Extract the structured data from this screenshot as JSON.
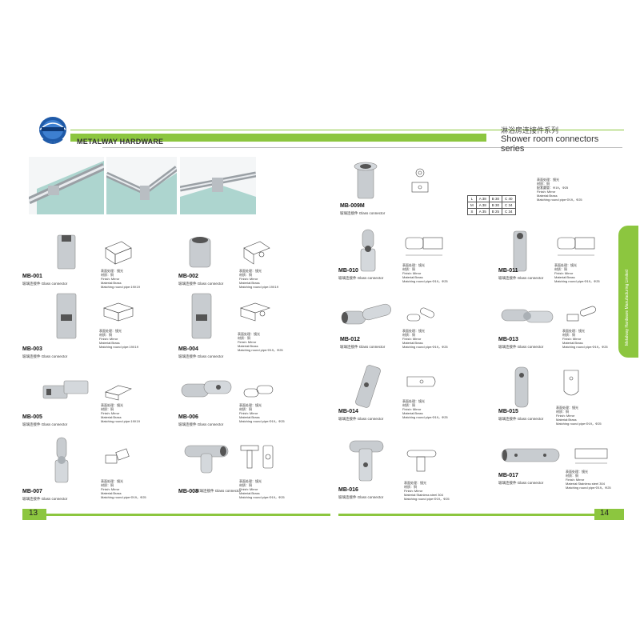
{
  "header": {
    "brand": "METALWAY HARDWARE",
    "title_cn": "淋浴房连接件系列",
    "title_en": "Shower room connectors series",
    "logo_text": "METALWAY"
  },
  "side_tab": {
    "text": "Metalway Hardware Manufacturing Limited"
  },
  "pages": {
    "left_num": "13",
    "right_num": "14"
  },
  "colors": {
    "accent": "#8cc63f",
    "metal": "#c8ccd0",
    "glass": "#5fa39a"
  },
  "spec_lines": {
    "finish_cn": "表面处理：镜光",
    "material_cn": "材质：铜",
    "match_cn": "配套圆管：Φ19，Φ25",
    "finish": "Finish: Mirror",
    "material": "Material:Brass",
    "match": "Matching round pipe:Φ19，Φ25"
  },
  "products": [
    {
      "code": "MB-001",
      "cn": "玻璃连接件",
      "en": "Glass connector",
      "pipe": "Matching round pipe:19X19"
    },
    {
      "code": "MB-002",
      "cn": "玻璃连接件",
      "en": "Glass connector",
      "pipe": "Matching round pipe:19X19"
    },
    {
      "code": "MB-003",
      "cn": "玻璃连接件",
      "en": "Glass connector",
      "pipe": "Matching round pipe:19X19"
    },
    {
      "code": "MB-004",
      "cn": "玻璃连接件",
      "en": "Glass connector",
      "pipe": "Matching round pipe:Φ19，Φ25"
    },
    {
      "code": "MB-005",
      "cn": "玻璃连接件",
      "en": "Glass connector",
      "pipe": "Matching round pipe:19X19"
    },
    {
      "code": "MB-006",
      "cn": "玻璃连接件",
      "en": "Glass connector",
      "pipe": "Matching round pipe:Φ19，Φ25"
    },
    {
      "code": "MB-007",
      "cn": "玻璃连接件",
      "en": "Glass connector",
      "pipe": "Matching round pipe:Φ19，Φ25"
    },
    {
      "code": "MB-008",
      "cn": "玻璃连接件",
      "en": "Glass connector",
      "pipe": "Matching round pipe:Φ19，Φ25"
    },
    {
      "code": "MB-009M",
      "cn": "玻璃连接件",
      "en": "Glass connector",
      "pipe": "Matching round pipe:Φ19，Φ25"
    },
    {
      "code": "MB-010",
      "cn": "玻璃连接件",
      "en": "Glass connector",
      "pipe": "Matching round pipe:Φ19，Φ25"
    },
    {
      "code": "MB-011",
      "cn": "玻璃连接件",
      "en": "Glass connector",
      "pipe": "Matching round pipe:Φ19，Φ25"
    },
    {
      "code": "MB-012",
      "cn": "玻璃连接件",
      "en": "Glass connector",
      "pipe": "Matching round pipe:Φ19，Φ25"
    },
    {
      "code": "MB-013",
      "cn": "玻璃连接件",
      "en": "Glass connector",
      "pipe": "Matching round pipe:Φ19，Φ25"
    },
    {
      "code": "MB-014",
      "cn": "玻璃连接件",
      "en": "Glass connector",
      "pipe": "Matching round pipe:Φ19，Φ25"
    },
    {
      "code": "MB-015",
      "cn": "玻璃连接件",
      "en": "Glass connector",
      "pipe": "Matching round pipe:Φ19，Φ25"
    },
    {
      "code": "MB-016",
      "cn": "玻璃连接件",
      "en": "Glass connector",
      "pipe": "Matching round pipe:Φ19，Φ25",
      "material": "Material:Stainless steel 304"
    },
    {
      "code": "MB-017",
      "cn": "玻璃连接件",
      "en": "Glass connector",
      "pipe": "Matching round pipe:Φ19，Φ25",
      "material": "Material:Stainless steel 304"
    }
  ],
  "dims_table": [
    [
      "L",
      "A 38",
      "B 30",
      "C 40"
    ],
    [
      "M",
      "A 38",
      "B 30",
      "C 34"
    ],
    [
      "S",
      "A 35",
      "B 25",
      "C 34"
    ]
  ]
}
